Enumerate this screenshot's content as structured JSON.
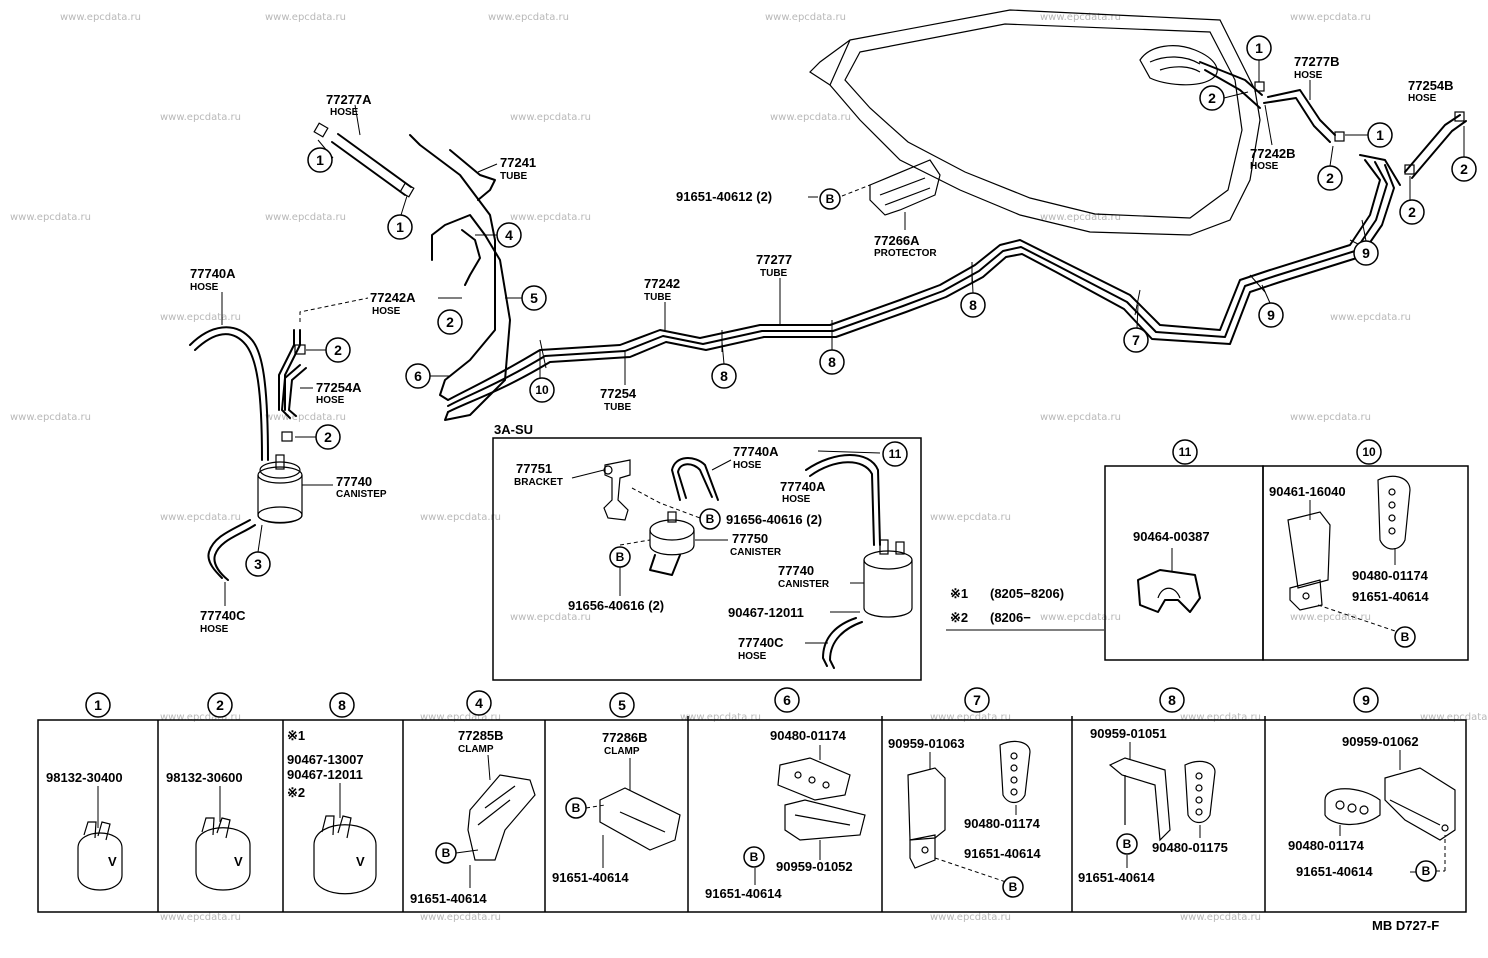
{
  "watermark": "www.epcdata.ru",
  "drawing_code": "MB D727-F",
  "variant_label": "3A-SU",
  "legend": {
    "note1_mark": "※1",
    "note1_text": "(8205−8206)",
    "note2_mark": "※2",
    "note2_text": "(8206−"
  },
  "callouts": {
    "c1": "1",
    "c2": "2",
    "c3": "3",
    "c4": "4",
    "c5": "5",
    "c6": "6",
    "c7": "7",
    "c8": "8",
    "c9": "9",
    "c10": "10",
    "c11": "11",
    "B": "B"
  },
  "main_labels": {
    "p77277A": "77277A",
    "p77277A_sub": "HOSE",
    "p77241": "77241",
    "p77241_sub": "TUBE",
    "p91651_40612": "91651-40612 (2)",
    "p77266A": "77266A",
    "p77266A_sub": "PROTECTOR",
    "p77277B": "77277B",
    "p77277B_sub": "HOSE",
    "p77254B": "77254B",
    "p77254B_sub": "HOSE",
    "p77242B": "77242B",
    "p77242B_sub": "HOSE",
    "p77740A": "77740A",
    "p77740A_sub": "HOSE",
    "p77242A": "77242A",
    "p77242A_sub": "HOSE",
    "p77254A": "77254A",
    "p77254A_sub": "HOSE",
    "p77740": "77740",
    "p77740_sub": "CANISTEP",
    "p77740C": "77740C",
    "p77740C_sub": "HOSE",
    "p77242": "77242",
    "p77242_sub": "TUBE",
    "p77277": "77277",
    "p77277_sub": "TUBE",
    "p77254": "77254",
    "p77254_sub": "TUBE"
  },
  "variant_labels": {
    "p77751": "77751",
    "p77751_sub": "BRACKET",
    "p77740A": "77740A",
    "p77740A_sub": "HOSE",
    "p91656_a": "91656-40616 (2)",
    "p77740A_2": "77740A",
    "p77740A_2_sub": "HOSE",
    "p77750": "77750",
    "p77750_sub": "CANISTER",
    "p77740": "77740",
    "p77740_sub": "CANISTER",
    "p91656_b": "91656-40616 (2)",
    "p90467": "90467-12011",
    "p77740C": "77740C",
    "p77740C_sub": "HOSE"
  },
  "detail11": {
    "part": "90464-00387"
  },
  "detail10": {
    "p1": "90461-16040",
    "p2": "90480-01174",
    "p3": "91651-40614"
  },
  "bottom_details": {
    "d1": {
      "part": "98132-30400"
    },
    "d2": {
      "part": "98132-30600"
    },
    "d3": {
      "mark1": "※1",
      "p1": "90467-13007",
      "p2": "90467-12011",
      "mark2": "※2"
    },
    "d4": {
      "p1": "77285B",
      "p1_sub": "CLAMP",
      "p2": "91651-40614"
    },
    "d5": {
      "p1": "77286B",
      "p1_sub": "CLAMP",
      "p2": "91651-40614"
    },
    "d6": {
      "p1": "90480-01174",
      "p2": "90959-01052",
      "p3": "91651-40614"
    },
    "d7": {
      "p1": "90959-01063",
      "p2": "90480-01174",
      "p3": "91651-40614"
    },
    "d8": {
      "p1": "90959-01051",
      "p2": "90480-01175",
      "p3": "91651-40614"
    },
    "d9": {
      "p1": "90959-01062",
      "p2": "90480-01174",
      "p3": "91651-40614"
    }
  },
  "clip_letter": "V"
}
